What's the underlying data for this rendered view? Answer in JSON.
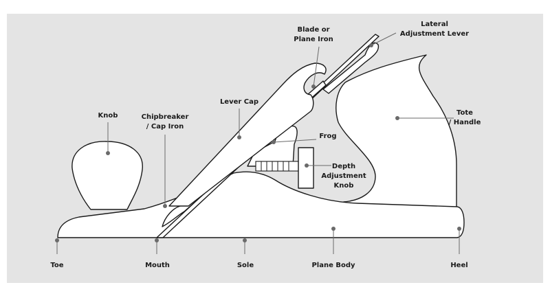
{
  "diagram": {
    "labels": {
      "blade": "Blade or\nPlane Iron",
      "lateral": "Lateral\nAdjustment Lever",
      "lever_cap": "Lever Cap",
      "tote": "Tote\n/ Handle",
      "knob": "Knob",
      "chipbreaker": "Chipbreaker\n/ Cap Iron",
      "frog": "Frog",
      "depth": "Depth\nAdjustment\nKnob",
      "toe": "Toe",
      "mouth": "Mouth",
      "sole": "Sole",
      "plane_body": "Plane Body",
      "heel": "Heel"
    },
    "colors": {
      "background": "#e4e4e4",
      "outline": "#1a1a1a",
      "leader": "#6a6a6a",
      "fill": "#ffffff"
    }
  }
}
